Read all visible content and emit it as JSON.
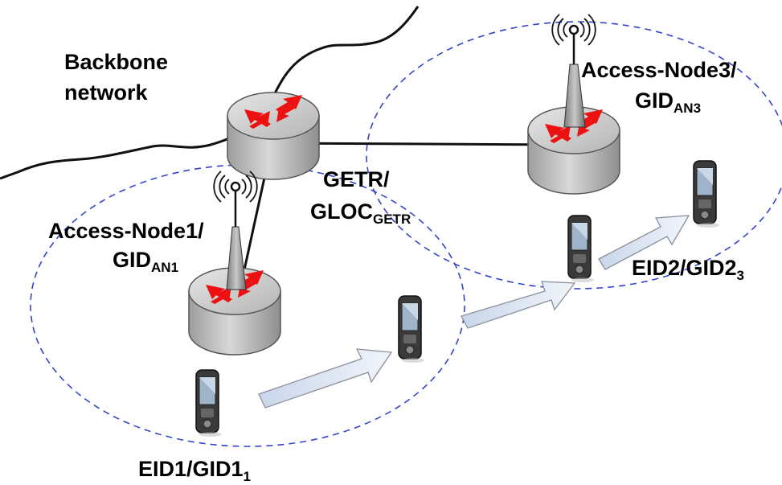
{
  "labels": {
    "backbone_line1": "Backbone",
    "backbone_line2": "network",
    "getr_line1": "GETR/",
    "getr_line2_main": "GLOC",
    "getr_line2_sub": "GETR",
    "an1_line1": "Access-Node1/",
    "an1_line2_main": "GID",
    "an1_line2_sub": "AN1",
    "an3_line1": "Access-Node3/",
    "an3_line2_main": "GID",
    "an3_line2_sub": "AN3",
    "eid1_main": "EID1/GID1",
    "eid1_sub": "1",
    "eid2_main": "EID2/GID2",
    "eid2_sub": "3"
  },
  "colors": {
    "coverage_dash": "#3344cc",
    "router_body": "#c6c6c6",
    "router_arrow": "#ee1111",
    "movement_arrow_fill": "#dde7f4",
    "movement_arrow_stroke": "#8a9099",
    "device": "#2e2e2e"
  },
  "icons": [
    "cloud-icon",
    "router-icon",
    "antenna-icon",
    "mobile-device-icon",
    "movement-arrow-icon"
  ]
}
